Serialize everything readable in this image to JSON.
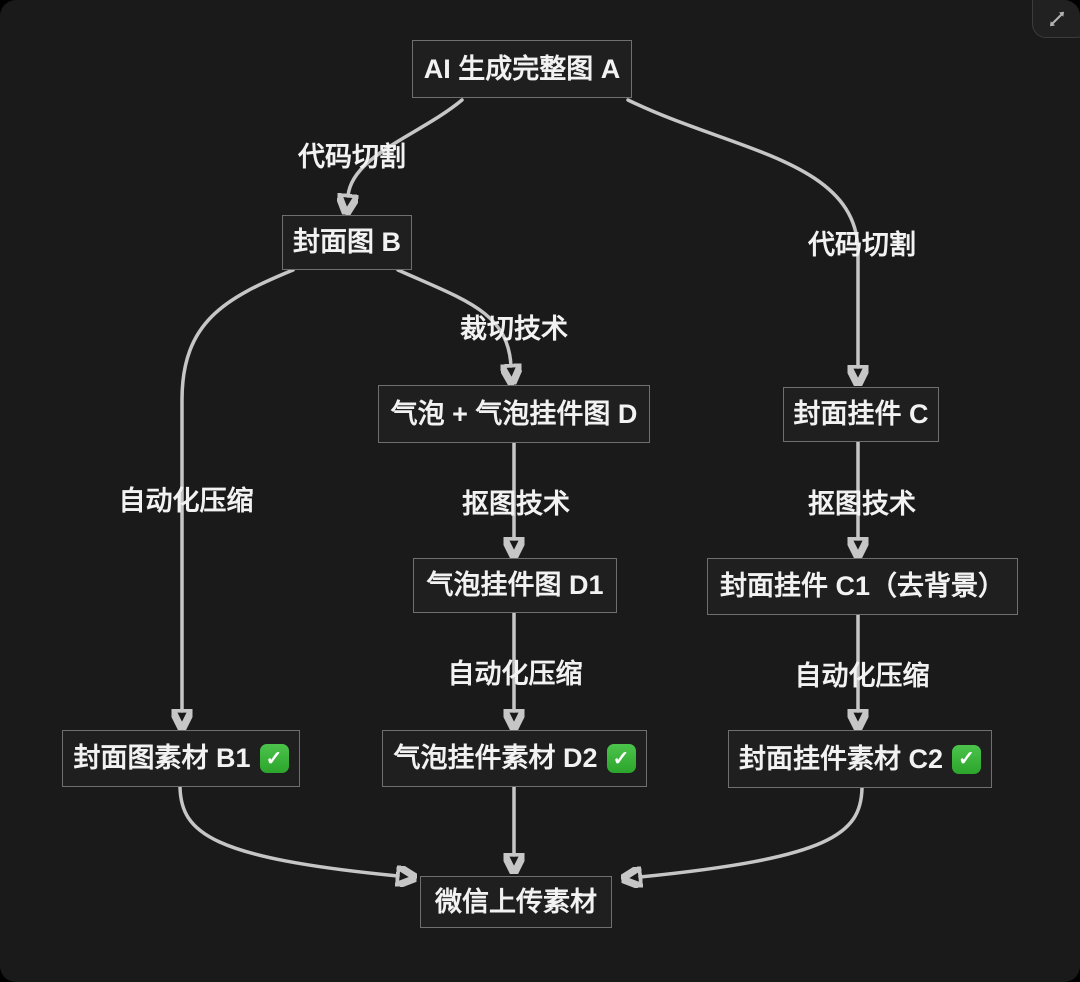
{
  "colors": {
    "background": "#1a1a1a",
    "node_fill": "#1f1f1f",
    "node_border": "#6f6f6f",
    "edge": "#c6c6c6",
    "text": "#f2f2f2",
    "check_green": "#3cb43c"
  },
  "icons": {
    "check": "✓",
    "expand": "⤢"
  },
  "nodes": {
    "a": {
      "label": "AI 生成完整图 A"
    },
    "b": {
      "label": "封面图 B"
    },
    "c": {
      "label": "封面挂件 C"
    },
    "d": {
      "label": "气泡 + 气泡挂件图 D"
    },
    "d1": {
      "label": "气泡挂件图 D1"
    },
    "c1": {
      "label": "封面挂件 C1（去背景）"
    },
    "b1": {
      "label": "封面图素材 B1",
      "checked": true
    },
    "d2": {
      "label": "气泡挂件素材 D2",
      "checked": true
    },
    "c2": {
      "label": "封面挂件素材 C2",
      "checked": true
    },
    "upload": {
      "label": "微信上传素材"
    }
  },
  "edges": [
    {
      "from": "a",
      "to": "b",
      "label": "代码切割"
    },
    {
      "from": "a",
      "to": "c",
      "label": "代码切割"
    },
    {
      "from": "b",
      "to": "d",
      "label": "裁切技术"
    },
    {
      "from": "b",
      "to": "b1",
      "label": "自动化压缩"
    },
    {
      "from": "d",
      "to": "d1",
      "label": "抠图技术"
    },
    {
      "from": "c",
      "to": "c1",
      "label": "抠图技术"
    },
    {
      "from": "d1",
      "to": "d2",
      "label": "自动化压缩"
    },
    {
      "from": "c1",
      "to": "c2",
      "label": "自动化压缩"
    },
    {
      "from": "b1",
      "to": "upload",
      "label": ""
    },
    {
      "from": "d2",
      "to": "upload",
      "label": ""
    },
    {
      "from": "c2",
      "to": "upload",
      "label": ""
    }
  ]
}
